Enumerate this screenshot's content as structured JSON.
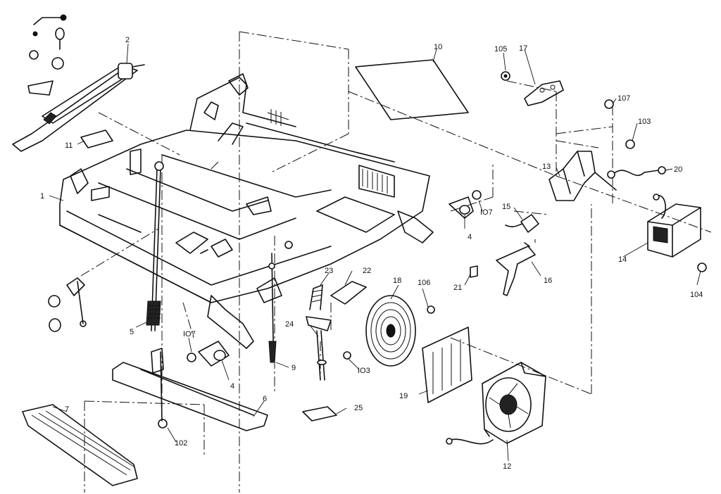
{
  "callouts": [
    {
      "id": "c1",
      "text": "1"
    },
    {
      "id": "c2",
      "text": "2"
    },
    {
      "id": "c4a",
      "text": "4"
    },
    {
      "id": "c4b",
      "text": "4"
    },
    {
      "id": "c5",
      "text": "5"
    },
    {
      "id": "c6",
      "text": "6"
    },
    {
      "id": "c7",
      "text": "7"
    },
    {
      "id": "c9",
      "text": "9"
    },
    {
      "id": "c10",
      "text": "10"
    },
    {
      "id": "c11",
      "text": "11"
    },
    {
      "id": "c12",
      "text": "12"
    },
    {
      "id": "c13",
      "text": "13"
    },
    {
      "id": "c14",
      "text": "14"
    },
    {
      "id": "c15",
      "text": "15"
    },
    {
      "id": "c16",
      "text": "16"
    },
    {
      "id": "c17",
      "text": "17"
    },
    {
      "id": "c18",
      "text": "18"
    },
    {
      "id": "c19",
      "text": "19"
    },
    {
      "id": "c20",
      "text": "20"
    },
    {
      "id": "c21",
      "text": "21"
    },
    {
      "id": "c22",
      "text": "22"
    },
    {
      "id": "c23",
      "text": "23"
    },
    {
      "id": "c24",
      "text": "24"
    },
    {
      "id": "c25",
      "text": "25"
    },
    {
      "id": "c102",
      "text": "102"
    },
    {
      "id": "c103",
      "text": "103"
    },
    {
      "id": "c104",
      "text": "104"
    },
    {
      "id": "c105",
      "text": "105"
    },
    {
      "id": "c106",
      "text": "106"
    },
    {
      "id": "c107a",
      "text": "107"
    },
    {
      "id": "c107b",
      "text": "IO7"
    },
    {
      "id": "c107c",
      "text": "IO7"
    },
    {
      "id": "c109",
      "text": "IO3"
    }
  ]
}
